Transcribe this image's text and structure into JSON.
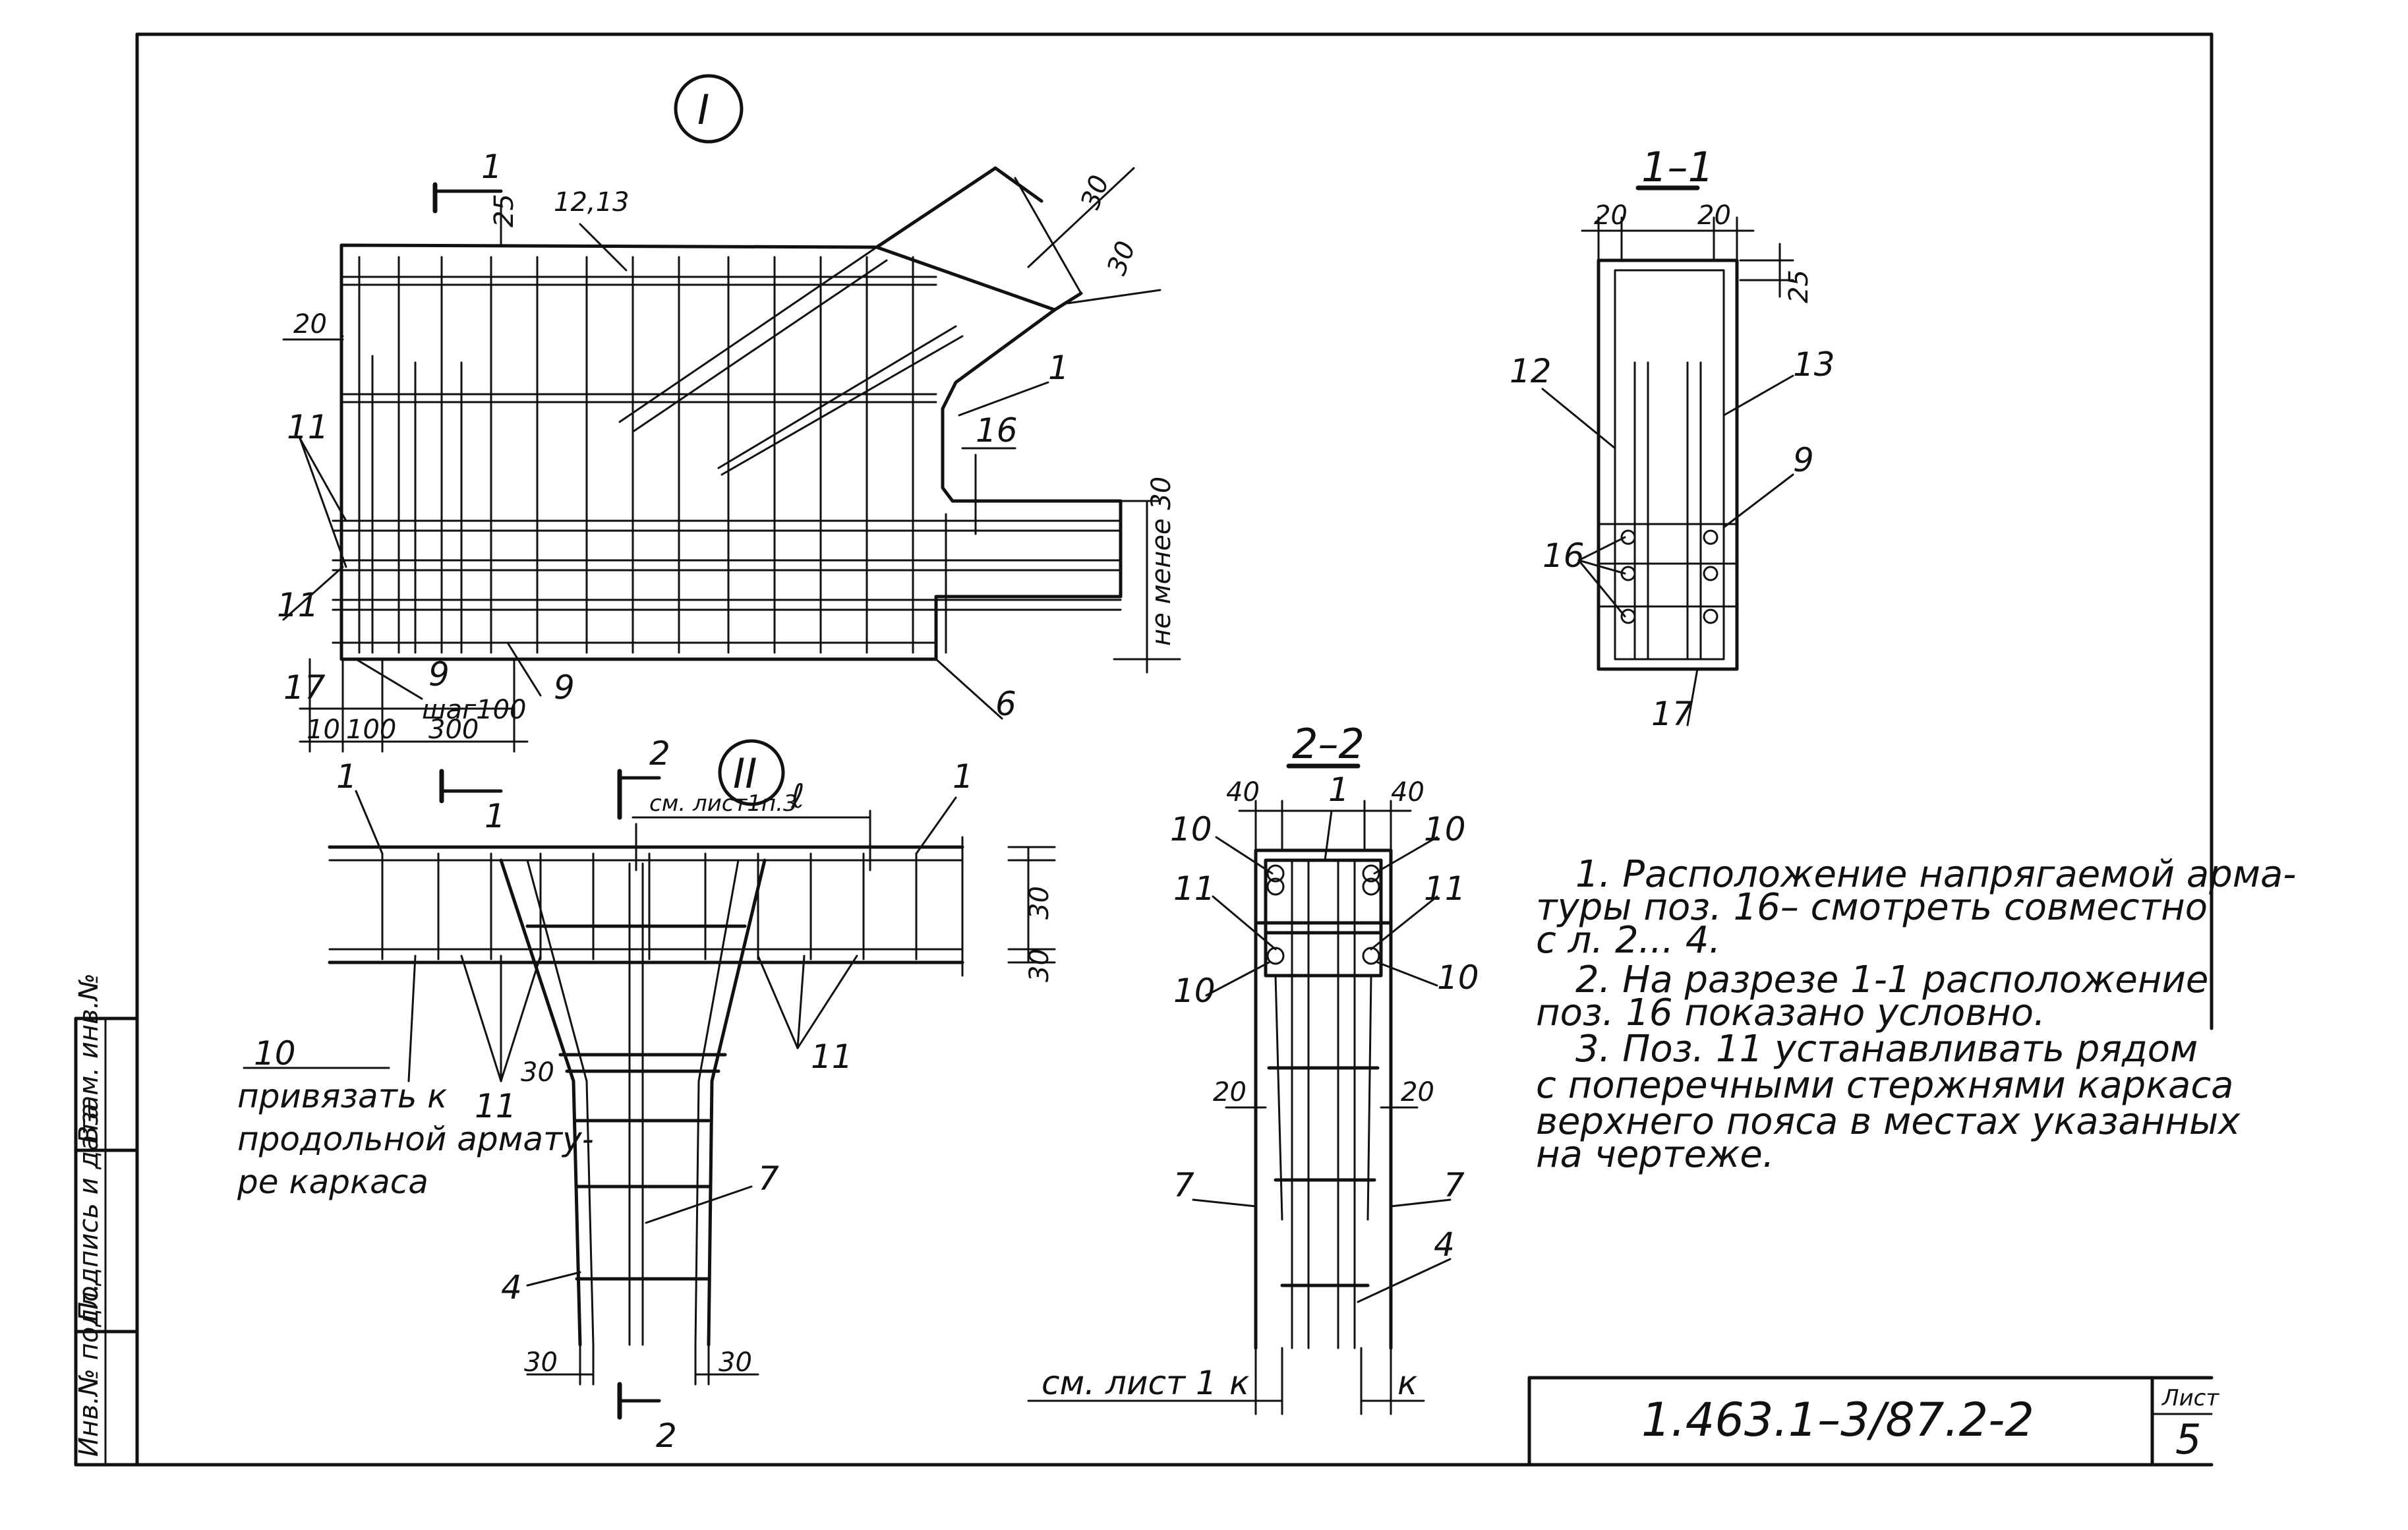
{
  "view_I": {
    "marker": "I",
    "section_mark": "1",
    "labels": [
      "12,13",
      "20",
      "11",
      "11",
      "17",
      "9",
      "шаг100",
      "9",
      "10",
      "100",
      "300",
      "1",
      "16",
      "6",
      "30",
      "30",
      "25"
    ],
    "note_vertical": "не менее 30"
  },
  "view_II": {
    "marker": "II",
    "section_mark_top": "2",
    "section_mark_bottom": "2",
    "section_mark_left": "1",
    "ref_text": "см. лист1п.3",
    "l_label": "ℓ",
    "labels": [
      "1",
      "1",
      "30",
      "30",
      "11",
      "11",
      "7",
      "4",
      "30",
      "30",
      "30"
    ],
    "tie_note_num": "10",
    "tie_note": [
      "привязать к",
      "продольной армату-",
      "ре каркаса"
    ]
  },
  "section_1_1": {
    "title": "1–1",
    "labels": [
      "20",
      "20",
      "25",
      "12",
      "13",
      "9",
      "16",
      "17"
    ]
  },
  "section_2_2": {
    "title": "2–2",
    "labels": [
      "40",
      "1",
      "40",
      "10",
      "10",
      "11",
      "11",
      "10",
      "10",
      "20",
      "20",
      "7",
      "7",
      "4"
    ],
    "bottom_ref": "см. лист 1",
    "k_left": "к",
    "k_right": "к"
  },
  "notes": [
    "1. Расположение напрягаемой арма-",
    "туры  поз. 16– смотреть  совместно",
    "с л. 2... 4.",
    "2. На разрезе 1-1 расположение",
    "поз. 16 показано  условно.",
    "3. Поз. 11 устанавливать рядом",
    "с поперечными стержнями каркаса",
    "верхнего  пояса в местах указанных",
    "на чертеже."
  ],
  "title_block": {
    "doc_code": "1.463.1–3/87.2-2",
    "sheet_label": "Лист",
    "sheet_number": "5"
  },
  "side_stamp": [
    "Инв.№ подл.",
    "Подпись и дата",
    "Взам. инв.№"
  ]
}
